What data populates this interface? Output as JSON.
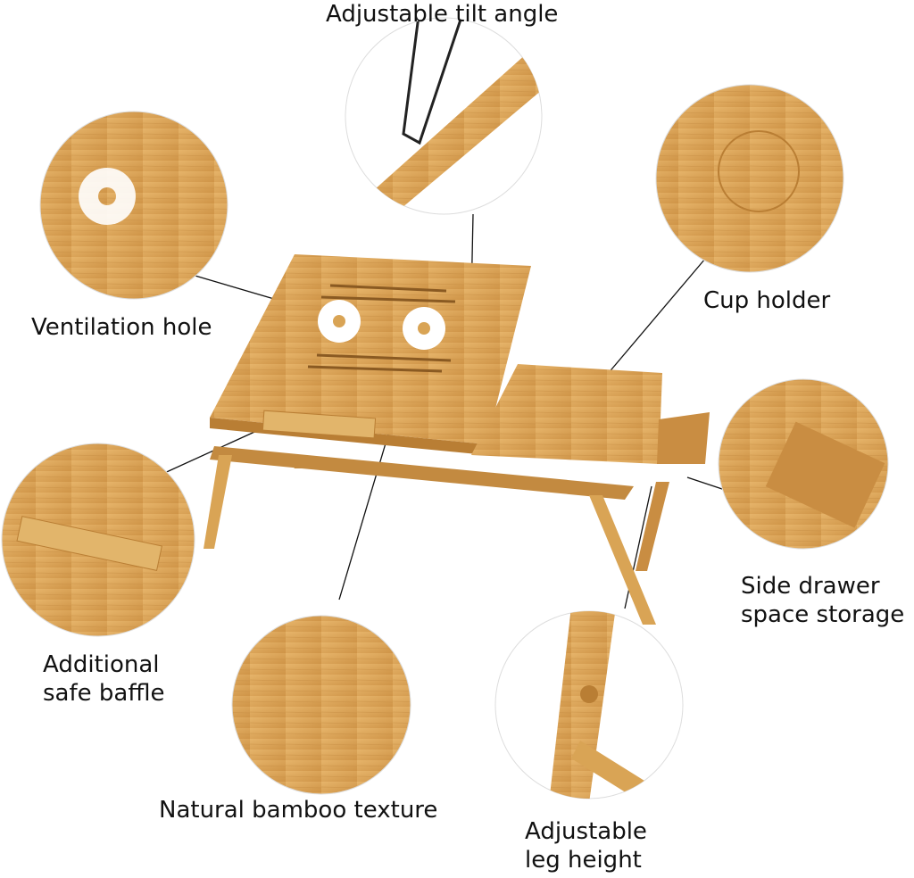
{
  "colors": {
    "wood": "#d9a455",
    "wood_dark": "#b97e34",
    "wood_light": "#e8bd72",
    "line": "#111111"
  },
  "callouts": [
    {
      "id": "tilt",
      "lines": [
        "Adjustable tilt angle"
      ]
    },
    {
      "id": "vent",
      "lines": [
        "Ventilation hole"
      ]
    },
    {
      "id": "cup",
      "lines": [
        "Cup holder"
      ]
    },
    {
      "id": "drawer",
      "lines": [
        "Side drawer",
        "space storage"
      ]
    },
    {
      "id": "baffle",
      "lines": [
        "Additional",
        "safe baffle"
      ]
    },
    {
      "id": "texture",
      "lines": [
        "Natural bamboo texture"
      ]
    },
    {
      "id": "leg",
      "lines": [
        "Adjustable",
        "leg height"
      ]
    }
  ]
}
